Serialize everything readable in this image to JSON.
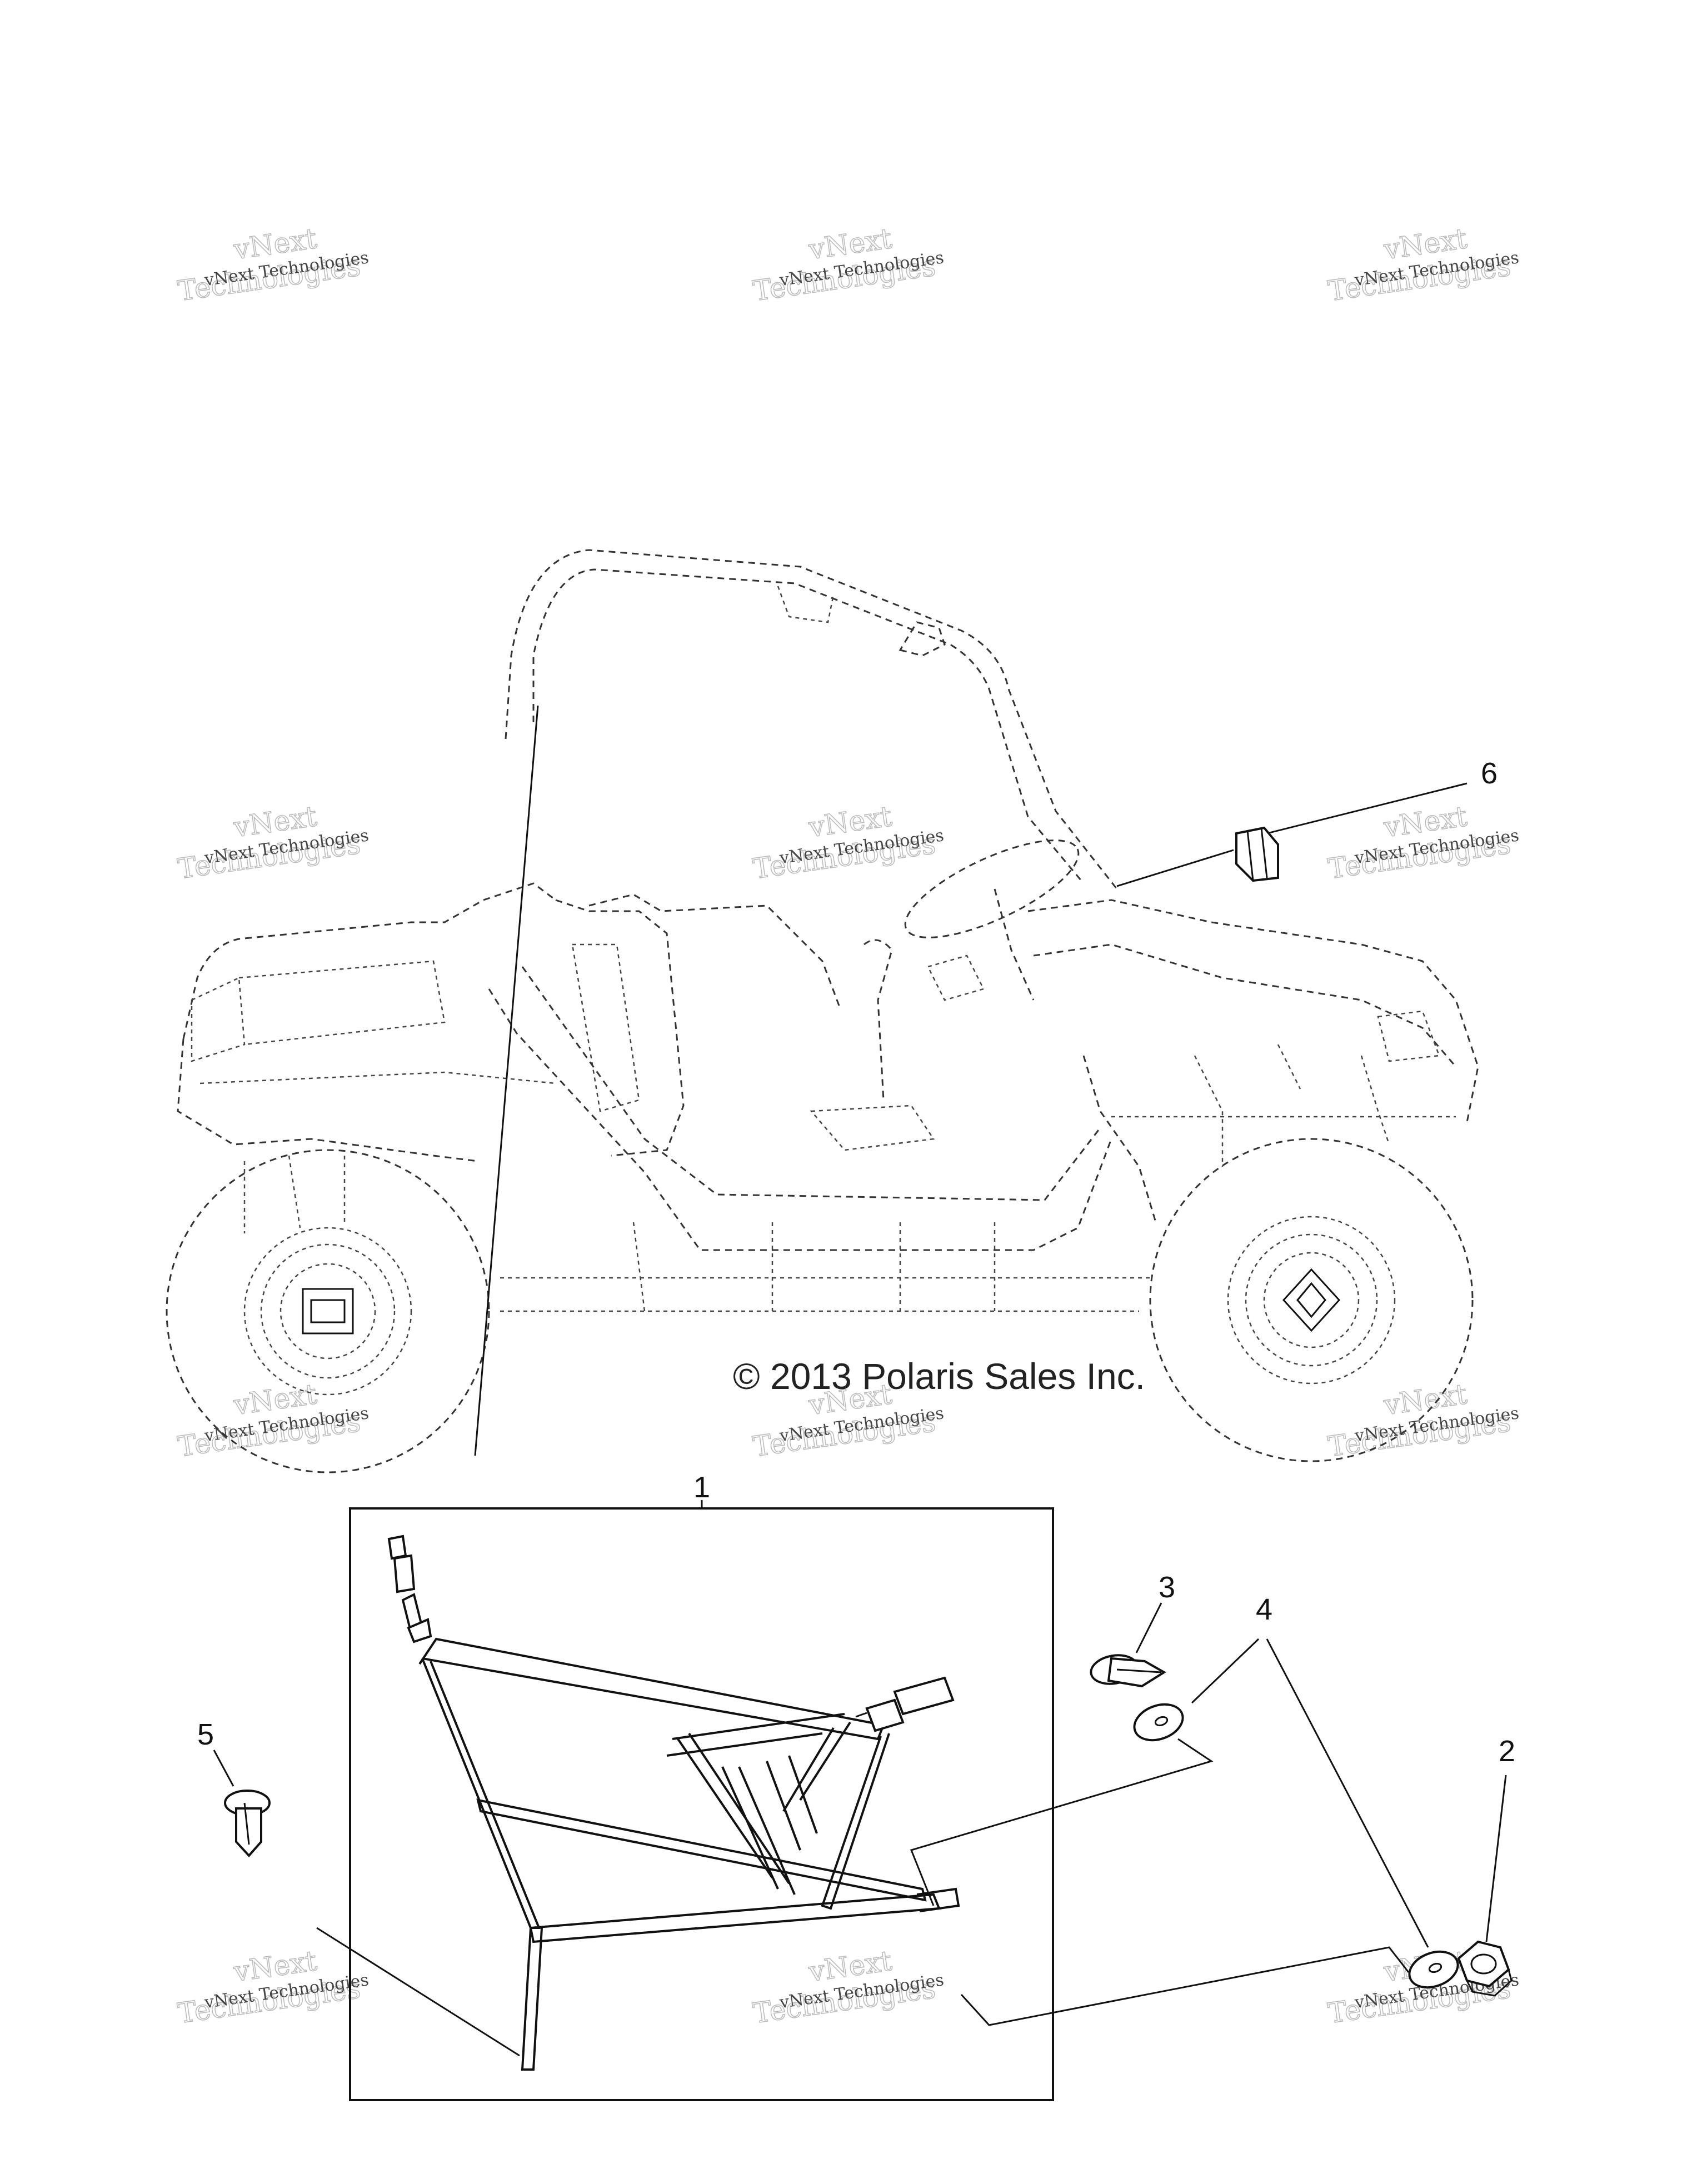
{
  "copyright": "© 2013 Polaris Sales Inc.",
  "callouts": [
    "1",
    "2",
    "3",
    "4",
    "5",
    "6"
  ],
  "watermark": {
    "line1": "vNext Technologies",
    "line2": "Technologies",
    "line3": "vNext"
  }
}
